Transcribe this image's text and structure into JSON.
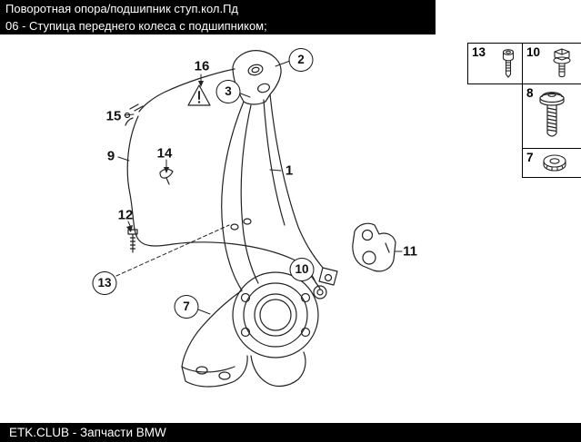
{
  "header": {
    "title": "Поворотная опора/подшипник ступ.кол.Пд",
    "subtitle": "06 - Ступица переднего колеса с подшипником;"
  },
  "footer": {
    "brand": "ETK.CLUB - Запчасти BMW"
  },
  "diagram": {
    "callouts": {
      "c1": {
        "label": "1"
      },
      "c2": {
        "label": "2"
      },
      "c3": {
        "label": "3"
      },
      "c7": {
        "label": "7"
      },
      "c9": {
        "label": "9"
      },
      "c10": {
        "label": "10"
      },
      "c11": {
        "label": "11"
      },
      "c12": {
        "label": "12"
      },
      "c13": {
        "label": "13"
      },
      "c14": {
        "label": "14"
      },
      "c15": {
        "label": "15"
      },
      "c16": {
        "label": "16"
      }
    }
  },
  "parts_panel": {
    "items": {
      "i13": {
        "label": "13",
        "icon": "socket-head-bolt-icon"
      },
      "i10": {
        "label": "10",
        "icon": "flange-bolt-icon"
      },
      "i8": {
        "label": "8",
        "icon": "large-hub-bolt-icon"
      },
      "i7": {
        "label": "7",
        "icon": "collar-nut-icon"
      }
    }
  },
  "colors": {
    "bar_background": "#000000",
    "bar_text": "#ffffff",
    "line_art": "#222222"
  }
}
